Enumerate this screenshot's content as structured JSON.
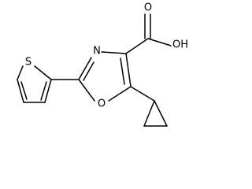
{
  "molecule": {
    "atoms": {
      "sulfur": "S",
      "nitrogen": "N",
      "ring_oxygen": "O",
      "hydroxyl": "OH",
      "carbonyl_oxygen": "O"
    }
  }
}
